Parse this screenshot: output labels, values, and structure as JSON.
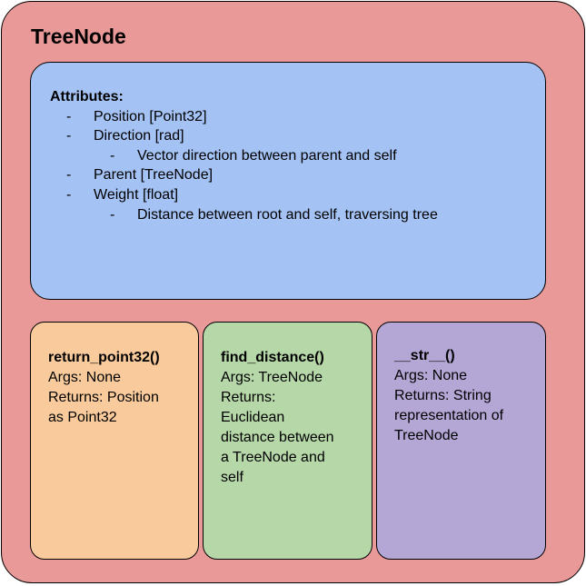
{
  "title": "TreeNode",
  "attributes": {
    "heading": "Attributes:",
    "items": [
      {
        "dash": "-",
        "text": "Position [Point32]"
      },
      {
        "dash": "-",
        "text": "Direction [rad]",
        "sub": {
          "dash": "-",
          "text": "Vector direction between parent and self"
        }
      },
      {
        "dash": "-",
        "text": "Parent [TreeNode]"
      },
      {
        "dash": "-",
        "text": "Weight [float]",
        "sub": {
          "dash": "-",
          "text": "Distance between root and self, traversing tree"
        }
      }
    ]
  },
  "methods": [
    {
      "name": "return_point32()",
      "lines": [
        "Args: None",
        "Returns: Position",
        "as Point32"
      ]
    },
    {
      "name": "find_distance()",
      "lines": [
        "Args: TreeNode",
        "Returns:",
        "Euclidean",
        "distance between",
        "a TreeNode and",
        "self"
      ]
    },
    {
      "name": "__str__()",
      "lines": [
        "Args: None",
        "Returns: String",
        "representation of",
        "TreeNode"
      ]
    }
  ],
  "colors": {
    "outer": "#ea9999",
    "attributes": "#a4c2f4",
    "method_1": "#f9cb9c",
    "method_2": "#b6d7a8",
    "method_3": "#b4a7d6"
  }
}
